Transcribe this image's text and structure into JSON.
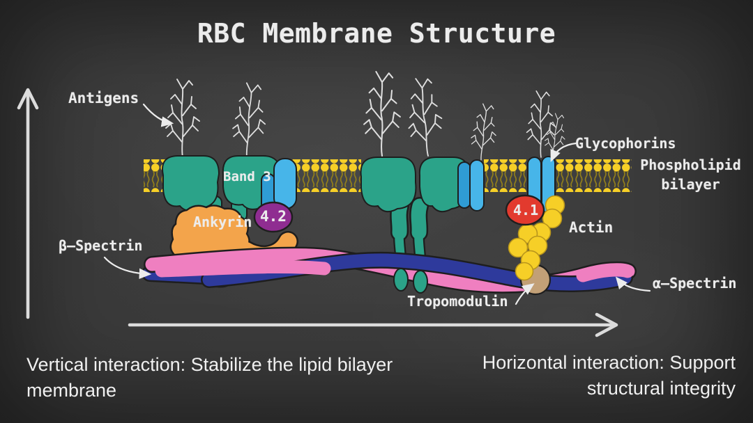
{
  "title": "RBC Membrane Structure",
  "diagram": {
    "labels": {
      "antigens": "Antigens",
      "band3": "Band 3",
      "ankyrin": "Ankyrin",
      "protein_42": "4.2",
      "beta_spectrin": "β–Spectrin",
      "glycophorins": "Glycophorins",
      "phospholipid_bilayer": "Phospholipid bilayer",
      "protein_41": "4.1",
      "actin": "Actin",
      "tropomodulin": "Tropomodulin",
      "alpha_spectrin": "α–Spectrin"
    },
    "captions": {
      "vertical": "Vertical interaction: Stabilize the lipid bilayer membrane",
      "horizontal": "Horizontal interaction: Support structural integrity"
    }
  },
  "icons": {
    "vertical_axis": "up-arrow",
    "horizontal_axis": "right-arrow",
    "label_pointers": "curved-arrow",
    "antigen_trees": "branch-tree"
  },
  "colors": {
    "chalk": "#ececec",
    "outline": "#1e1e1e",
    "membrane_yellow": "#f6cf27",
    "tail_olive": "#8f7d1d",
    "band3_teal": "#2ba389",
    "glyco_blue": "#47b5e9",
    "glyco_blue_dark": "#2f9cd4",
    "ankyrin_orange": "#f3a44b",
    "p42_purple": "#8f2d91",
    "p41_red": "#e23a2e",
    "actin_yellow": "#f6cf27",
    "tropo_tan": "#c2a077",
    "spectrin_pink": "#ef7fc0",
    "spectrin_blue": "#2e3a9c"
  }
}
